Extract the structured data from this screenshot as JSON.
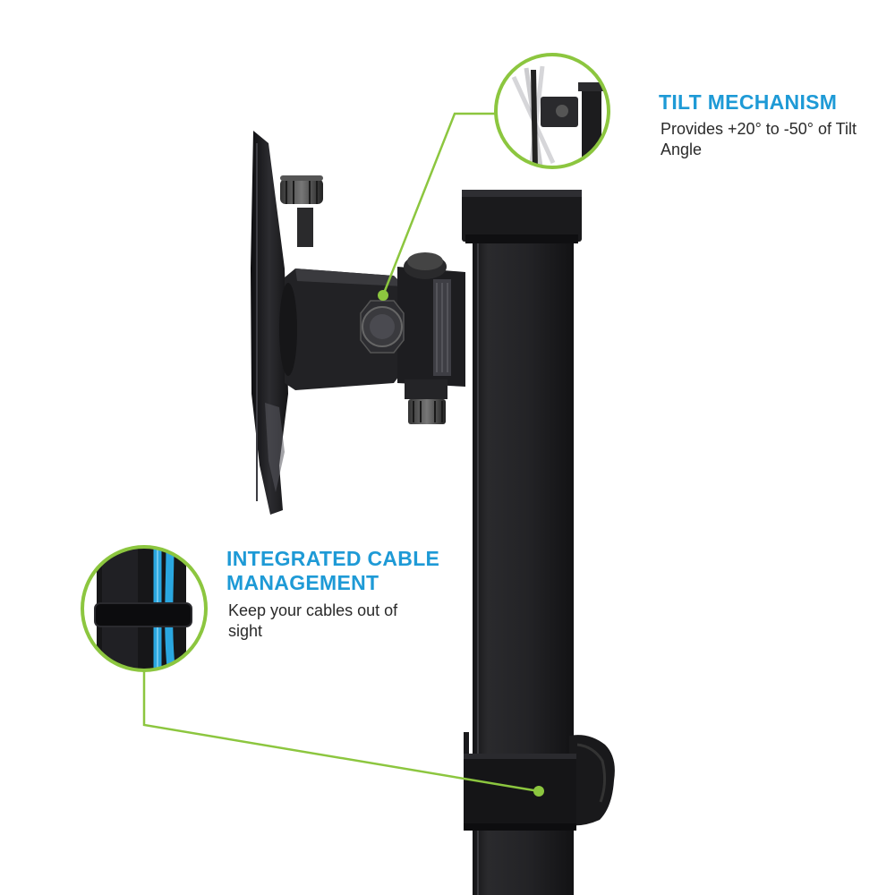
{
  "colors": {
    "accent_green": "#8cc63f",
    "title_blue": "#1e9ad6",
    "metal_dark": "#1c1c1e",
    "cable_blue": "#2aa7e0"
  },
  "callouts": {
    "tilt": {
      "title": "TILT MECHANISM",
      "desc": "Provides +20° to -50° of Tilt Angle"
    },
    "cable": {
      "title": "INTEGRATED CABLE MANAGEMENT",
      "desc": "Keep your cables out of sight"
    }
  }
}
